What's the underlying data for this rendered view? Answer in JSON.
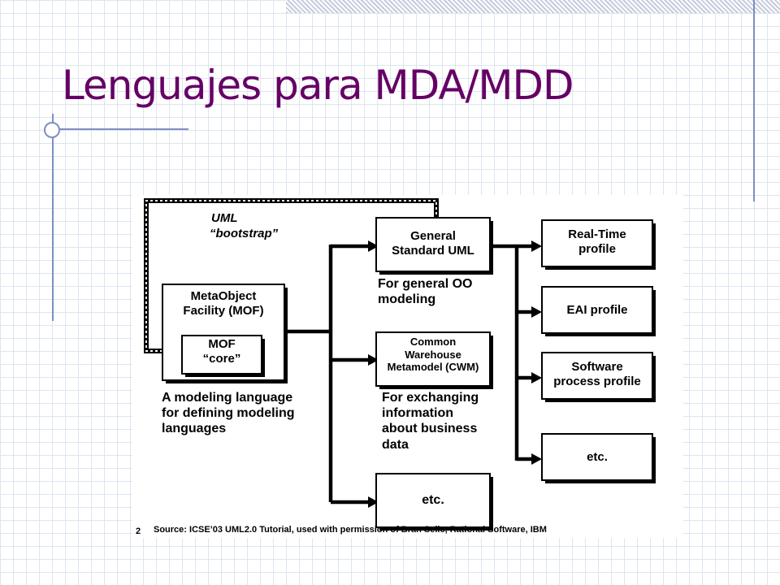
{
  "slide": {
    "title": "Lenguajes para MDA/MDD"
  },
  "diagram": {
    "bootstrap_label_1": "UML",
    "bootstrap_label_2": "“bootstrap”",
    "mof_box_line1": "MetaObject",
    "mof_box_line2": "Facility (MOF)",
    "mof_core_line1": "MOF",
    "mof_core_line2": "“core”",
    "mof_caption_line1": "A modeling language",
    "mof_caption_line2": "for defining modeling",
    "mof_caption_line3": "languages",
    "uml_box_line1": "General",
    "uml_box_line2": "Standard UML",
    "uml_caption_line1": "For general OO",
    "uml_caption_line2": "modeling",
    "cwm_box_line1": "Common",
    "cwm_box_line2": "Warehouse",
    "cwm_box_line3": "Metamodel (CWM)",
    "cwm_caption_line1": "For exchanging",
    "cwm_caption_line2": "information",
    "cwm_caption_line3": "about business",
    "cwm_caption_line4": "data",
    "etc_middle": "etc.",
    "realtime_line1": "Real-Time",
    "realtime_line2": "profile",
    "eai": "EAI profile",
    "software_line1": "Software",
    "software_line2": "process profile",
    "etc_right": "etc.",
    "source": "Source: ICSE’03 UML2.0 Tutorial, used with permission of Bran Selic, Rational Software, IBM",
    "page_number": "2"
  }
}
